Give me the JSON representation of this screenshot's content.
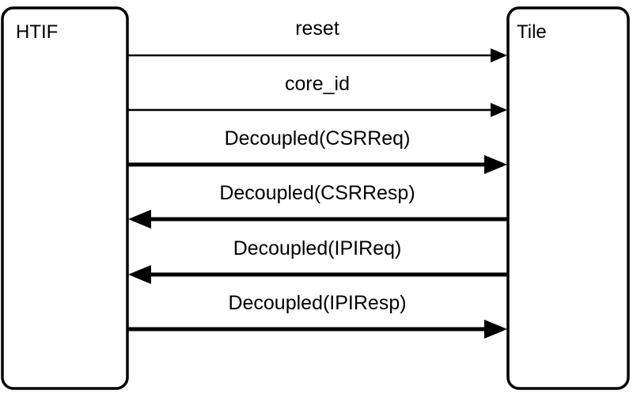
{
  "diagram": {
    "blocks": {
      "left": {
        "label": "HTIF"
      },
      "right": {
        "label": "Tile"
      }
    },
    "signals": [
      {
        "label": "reset",
        "direction": "to-tile",
        "weight": "thin"
      },
      {
        "label": "core_id",
        "direction": "to-tile",
        "weight": "thin"
      },
      {
        "label": "Decoupled(CSRReq)",
        "direction": "to-tile",
        "weight": "thick"
      },
      {
        "label": "Decoupled(CSRResp)",
        "direction": "to-htif",
        "weight": "thick"
      },
      {
        "label": "Decoupled(IPIReq)",
        "direction": "to-htif",
        "weight": "thick"
      },
      {
        "label": "Decoupled(IPIResp)",
        "direction": "to-tile",
        "weight": "thick"
      }
    ],
    "colors": {
      "stroke": "#000000",
      "background": "#ffffff"
    }
  }
}
